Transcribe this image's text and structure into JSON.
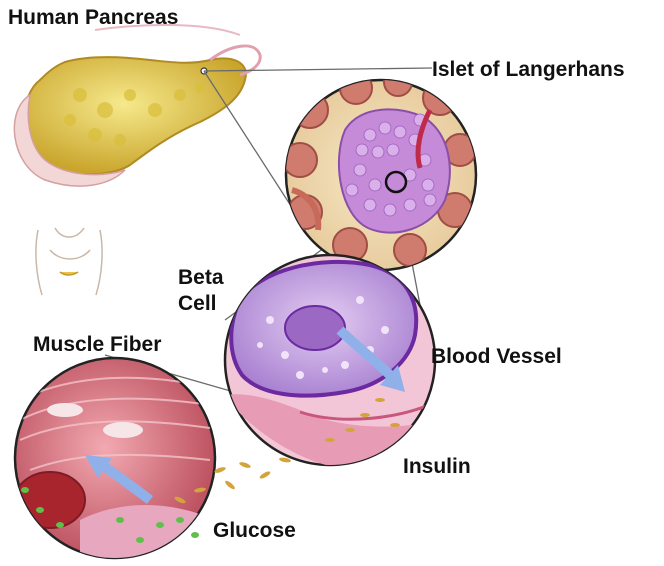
{
  "labels": {
    "human_pancreas": "Human Pancreas",
    "islet": "Islet of Langerhans",
    "beta_line1": "Beta",
    "beta_line2": "Cell",
    "blood_vessel": "Blood Vessel",
    "muscle_fiber": "Muscle Fiber",
    "insulin": "Insulin",
    "glucose": "Glucose"
  },
  "colors": {
    "pancreas": "#e8d35a",
    "islet_cells": "#c58ad8",
    "beta_cell": "#c9a3e6",
    "cell_membrane": "#6b2aa0",
    "vessel": "#e6a7bf",
    "muscle": "#d86a78",
    "insulin": "#d3a43c",
    "glucose": "#5fbf4a",
    "arrow": "#8fb0e8"
  },
  "icons": [
    "pancreas-illustration",
    "torso-outline-icon",
    "islet-circle",
    "beta-cell-circle",
    "muscle-circle",
    "insulin-arrow-icon"
  ]
}
